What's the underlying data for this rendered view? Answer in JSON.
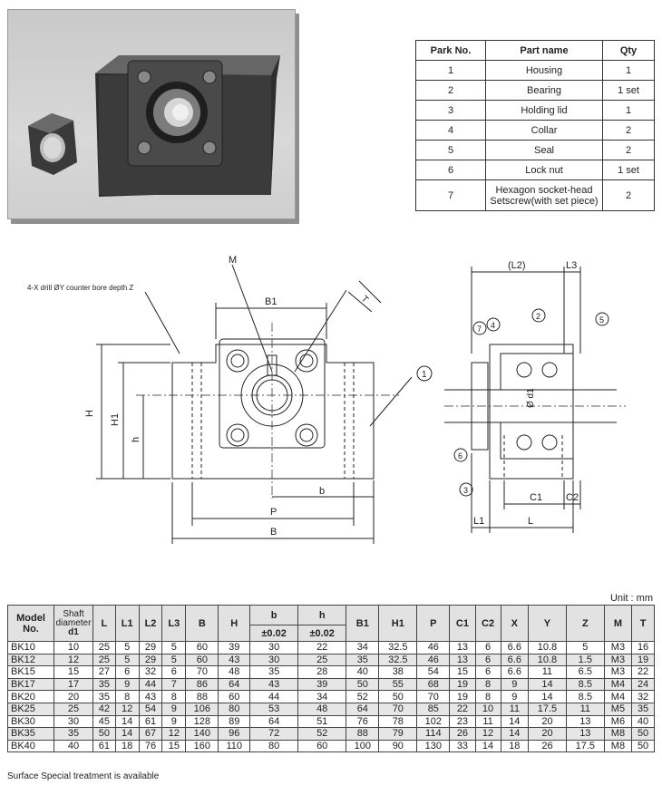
{
  "parts_table": {
    "headers": [
      "Park No.",
      "Part name",
      "Qty"
    ],
    "rows": [
      {
        "no": "1",
        "name": "Housing",
        "qty": "1"
      },
      {
        "no": "2",
        "name": "Bearing",
        "qty": "1 set"
      },
      {
        "no": "3",
        "name": "Holding lid",
        "qty": "1"
      },
      {
        "no": "4",
        "name": "Collar",
        "qty": "2"
      },
      {
        "no": "5",
        "name": "Seal",
        "qty": "2"
      },
      {
        "no": "6",
        "name": "Lock nut",
        "qty": "1 set"
      },
      {
        "no": "7",
        "name": "Hexagon socket-head Setscrew(with set piece)",
        "qty": "2"
      }
    ]
  },
  "drawing": {
    "front": {
      "m": "M",
      "drill_note": "4-X drill ØY counter bore depth Z",
      "b1": "B1",
      "t": "T",
      "h": "H",
      "h1": "H1",
      "h_small": "h",
      "b_small": "b",
      "p": "P",
      "b": "B",
      "callout1": "1"
    },
    "side": {
      "l2": "(L2)",
      "l3": "L3",
      "d1": "Ø d1",
      "c1": "C1",
      "c2": "C2",
      "l1": "L1",
      "l": "L",
      "callouts": [
        "7",
        "4",
        "2",
        "5",
        "6",
        "3"
      ]
    }
  },
  "unit": "Unit : mm",
  "spec_table": {
    "headers": {
      "model": "Model No.",
      "shaft": "Shaft diameter",
      "shaft_sub": "d1",
      "L": "L",
      "L1": "L1",
      "L2": "L2",
      "L3": "L3",
      "B": "B",
      "H": "H",
      "b": "b",
      "b_tol": "±0.02",
      "h": "h",
      "h_tol": "±0.02",
      "B1": "B1",
      "H1": "H1",
      "P": "P",
      "C1": "C1",
      "C2": "C2",
      "X": "X",
      "Y": "Y",
      "Z": "Z",
      "M": "M",
      "T": "T"
    },
    "rows": [
      [
        "BK10",
        "10",
        "25",
        "5",
        "29",
        "5",
        "60",
        "39",
        "30",
        "22",
        "34",
        "32.5",
        "46",
        "13",
        "6",
        "6.6",
        "10.8",
        "5",
        "M3",
        "16"
      ],
      [
        "BK12",
        "12",
        "25",
        "5",
        "29",
        "5",
        "60",
        "43",
        "30",
        "25",
        "35",
        "32.5",
        "46",
        "13",
        "6",
        "6.6",
        "10.8",
        "1.5",
        "M3",
        "19"
      ],
      [
        "BK15",
        "15",
        "27",
        "6",
        "32",
        "6",
        "70",
        "48",
        "35",
        "28",
        "40",
        "38",
        "54",
        "15",
        "6",
        "6.6",
        "11",
        "6.5",
        "M3",
        "22"
      ],
      [
        "BK17",
        "17",
        "35",
        "9",
        "44",
        "7",
        "86",
        "64",
        "43",
        "39",
        "50",
        "55",
        "68",
        "19",
        "8",
        "9",
        "14",
        "8.5",
        "M4",
        "24"
      ],
      [
        "BK20",
        "20",
        "35",
        "8",
        "43",
        "8",
        "88",
        "60",
        "44",
        "34",
        "52",
        "50",
        "70",
        "19",
        "8",
        "9",
        "14",
        "8.5",
        "M4",
        "32"
      ],
      [
        "BK25",
        "25",
        "42",
        "12",
        "54",
        "9",
        "106",
        "80",
        "53",
        "48",
        "64",
        "70",
        "85",
        "22",
        "10",
        "11",
        "17.5",
        "11",
        "M5",
        "35"
      ],
      [
        "BK30",
        "30",
        "45",
        "14",
        "61",
        "9",
        "128",
        "89",
        "64",
        "51",
        "76",
        "78",
        "102",
        "23",
        "11",
        "14",
        "20",
        "13",
        "M6",
        "40"
      ],
      [
        "BK35",
        "35",
        "50",
        "14",
        "67",
        "12",
        "140",
        "96",
        "72",
        "52",
        "88",
        "79",
        "114",
        "26",
        "12",
        "14",
        "20",
        "13",
        "M8",
        "50"
      ],
      [
        "BK40",
        "40",
        "61",
        "18",
        "76",
        "15",
        "160",
        "110",
        "80",
        "60",
        "100",
        "90",
        "130",
        "33",
        "14",
        "18",
        "26",
        "17.5",
        "M8",
        "50"
      ]
    ]
  },
  "note": "Surface Special treatment is available"
}
